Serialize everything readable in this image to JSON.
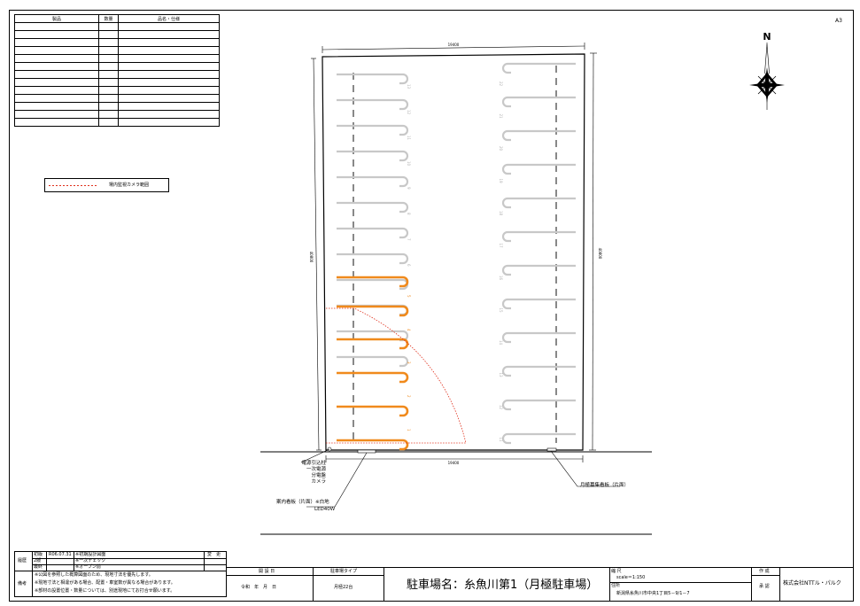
{
  "sheet_size": "A3",
  "product_table": {
    "headers": [
      "製品",
      "数量",
      "品名・仕様"
    ],
    "blank_rows": 13
  },
  "legend": {
    "camera_range_label": "場内監視カメラ範囲"
  },
  "north_label": "N",
  "dimensions": {
    "top": "19400",
    "bottom": "19400",
    "left": "40800",
    "right": "40800"
  },
  "stall_numbers_left": [
    "1",
    "2",
    "3",
    "4",
    "5"
  ],
  "stall_numbers_right": [
    "11",
    "12",
    "13",
    "14",
    "15",
    "16",
    "17",
    "18",
    "19",
    "20",
    "21",
    "22"
  ],
  "annotations": {
    "power_lines": [
      "電源引込柱",
      "一次電源",
      "分電盤",
      "カメラ"
    ],
    "guide_board": [
      "案内看板（片面）※白地",
      "LED40W"
    ],
    "monthly_board": "月極募集看板（片面）"
  },
  "revision_block": {
    "side_label": "履歴",
    "rows": [
      {
        "ver": "初版",
        "date": "R06.07.31",
        "note": "※初期設計図面"
      },
      {
        "ver": "2版",
        "date": "",
        "note": "※一次チェック"
      },
      {
        "ver": "最終",
        "date": "",
        "note": "※オープン前"
      }
    ],
    "col_headers": [
      "変",
      "更"
    ]
  },
  "notes_block": {
    "side_label": "備考",
    "lines": [
      "※公図を参照した概算図面のため、現地寸法を優先します。",
      "※現地寸法と相違がある場合、配置・車室数が異なる場合があります。",
      "※部材の設置位置・数量については、別途現地にてお打合せ願います。"
    ]
  },
  "title_block": {
    "open_date_label": "開 設 日",
    "open_date_value": "令和　年　月　日",
    "type_label": "駐車場タイプ",
    "type_value": "月極22台",
    "parking_name": "駐車場名：糸魚川第1（月極駐車場）",
    "scale_label": "縮 尺",
    "scale_value": "scale＝1:150",
    "address_label": "住所",
    "address_value": "新潟県糸魚川市中央1丁目5－9/1－7",
    "author_label": "作 成",
    "approver_label": "承 認",
    "company": "株式会社NTTル・パルク"
  },
  "colors": {
    "orange": "#f08a1c",
    "grey_stall": "#c8c8c8",
    "dash": "#555555",
    "camera": "#e0301c"
  }
}
